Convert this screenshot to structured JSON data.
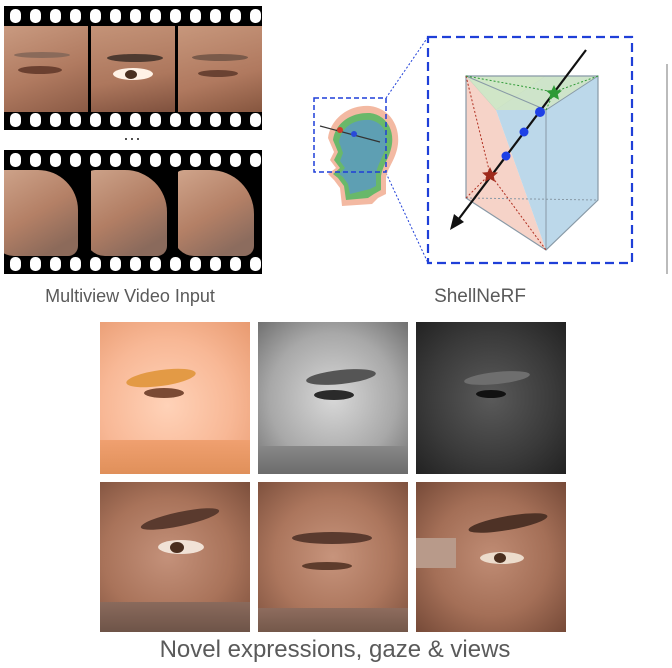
{
  "captions": {
    "video_input": "Multiview Video Input",
    "method": "ShellNeRF",
    "results": "Novel expressions, gaze & views"
  },
  "ellipsis": "···",
  "colors": {
    "skin": "#b98266",
    "film": "#000000",
    "dash_blue": "#1f3fd8",
    "prism_red": "#f6d3c8",
    "prism_green": "#cfe6c6",
    "prism_blue": "#bcd8ea",
    "star_green": "#2e9a36",
    "star_red": "#9e2a1c",
    "dot_blue": "#1e40e6"
  },
  "icons": {
    "ray": "arrow-icon",
    "sample_point": "circle-icon",
    "intersection": "star-icon"
  }
}
